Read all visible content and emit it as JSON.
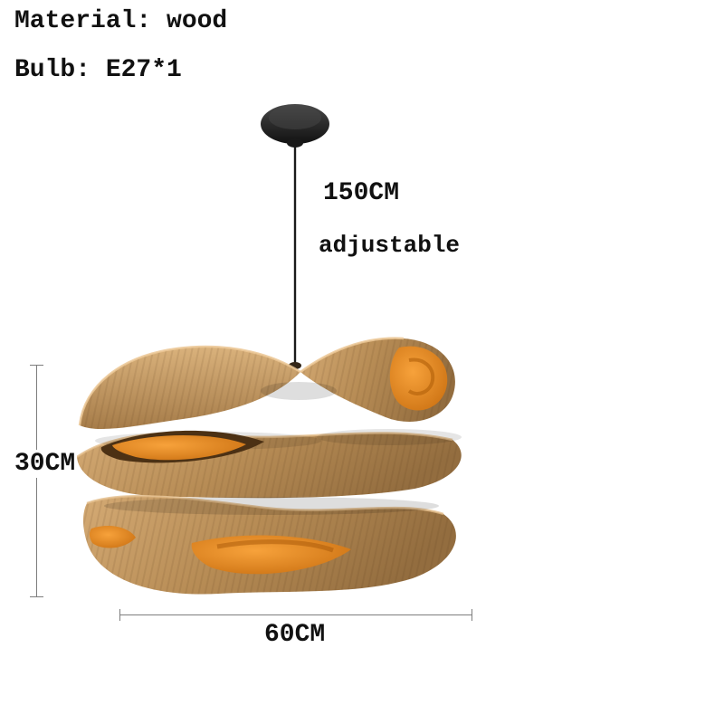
{
  "specs": {
    "material": "Material: wood",
    "bulb": "Bulb: E27*1"
  },
  "dimensions": {
    "cord_length": "150CM",
    "cord_note": "adjustable",
    "shade_height": "30CM",
    "shade_width": "60CM"
  },
  "illustration": {
    "subject": "wood-veneer-ribbon-pendant-lamp",
    "colors": {
      "canopy": "#2b2b2b",
      "cord": "#1a1a1a",
      "wood_light": "#d4aa74",
      "wood_mid": "#b78c55",
      "wood_dark": "#936d3f",
      "orange": "#e8871f",
      "orange_dark": "#c56a0c",
      "dim_line": "#7d7d7d"
    }
  }
}
